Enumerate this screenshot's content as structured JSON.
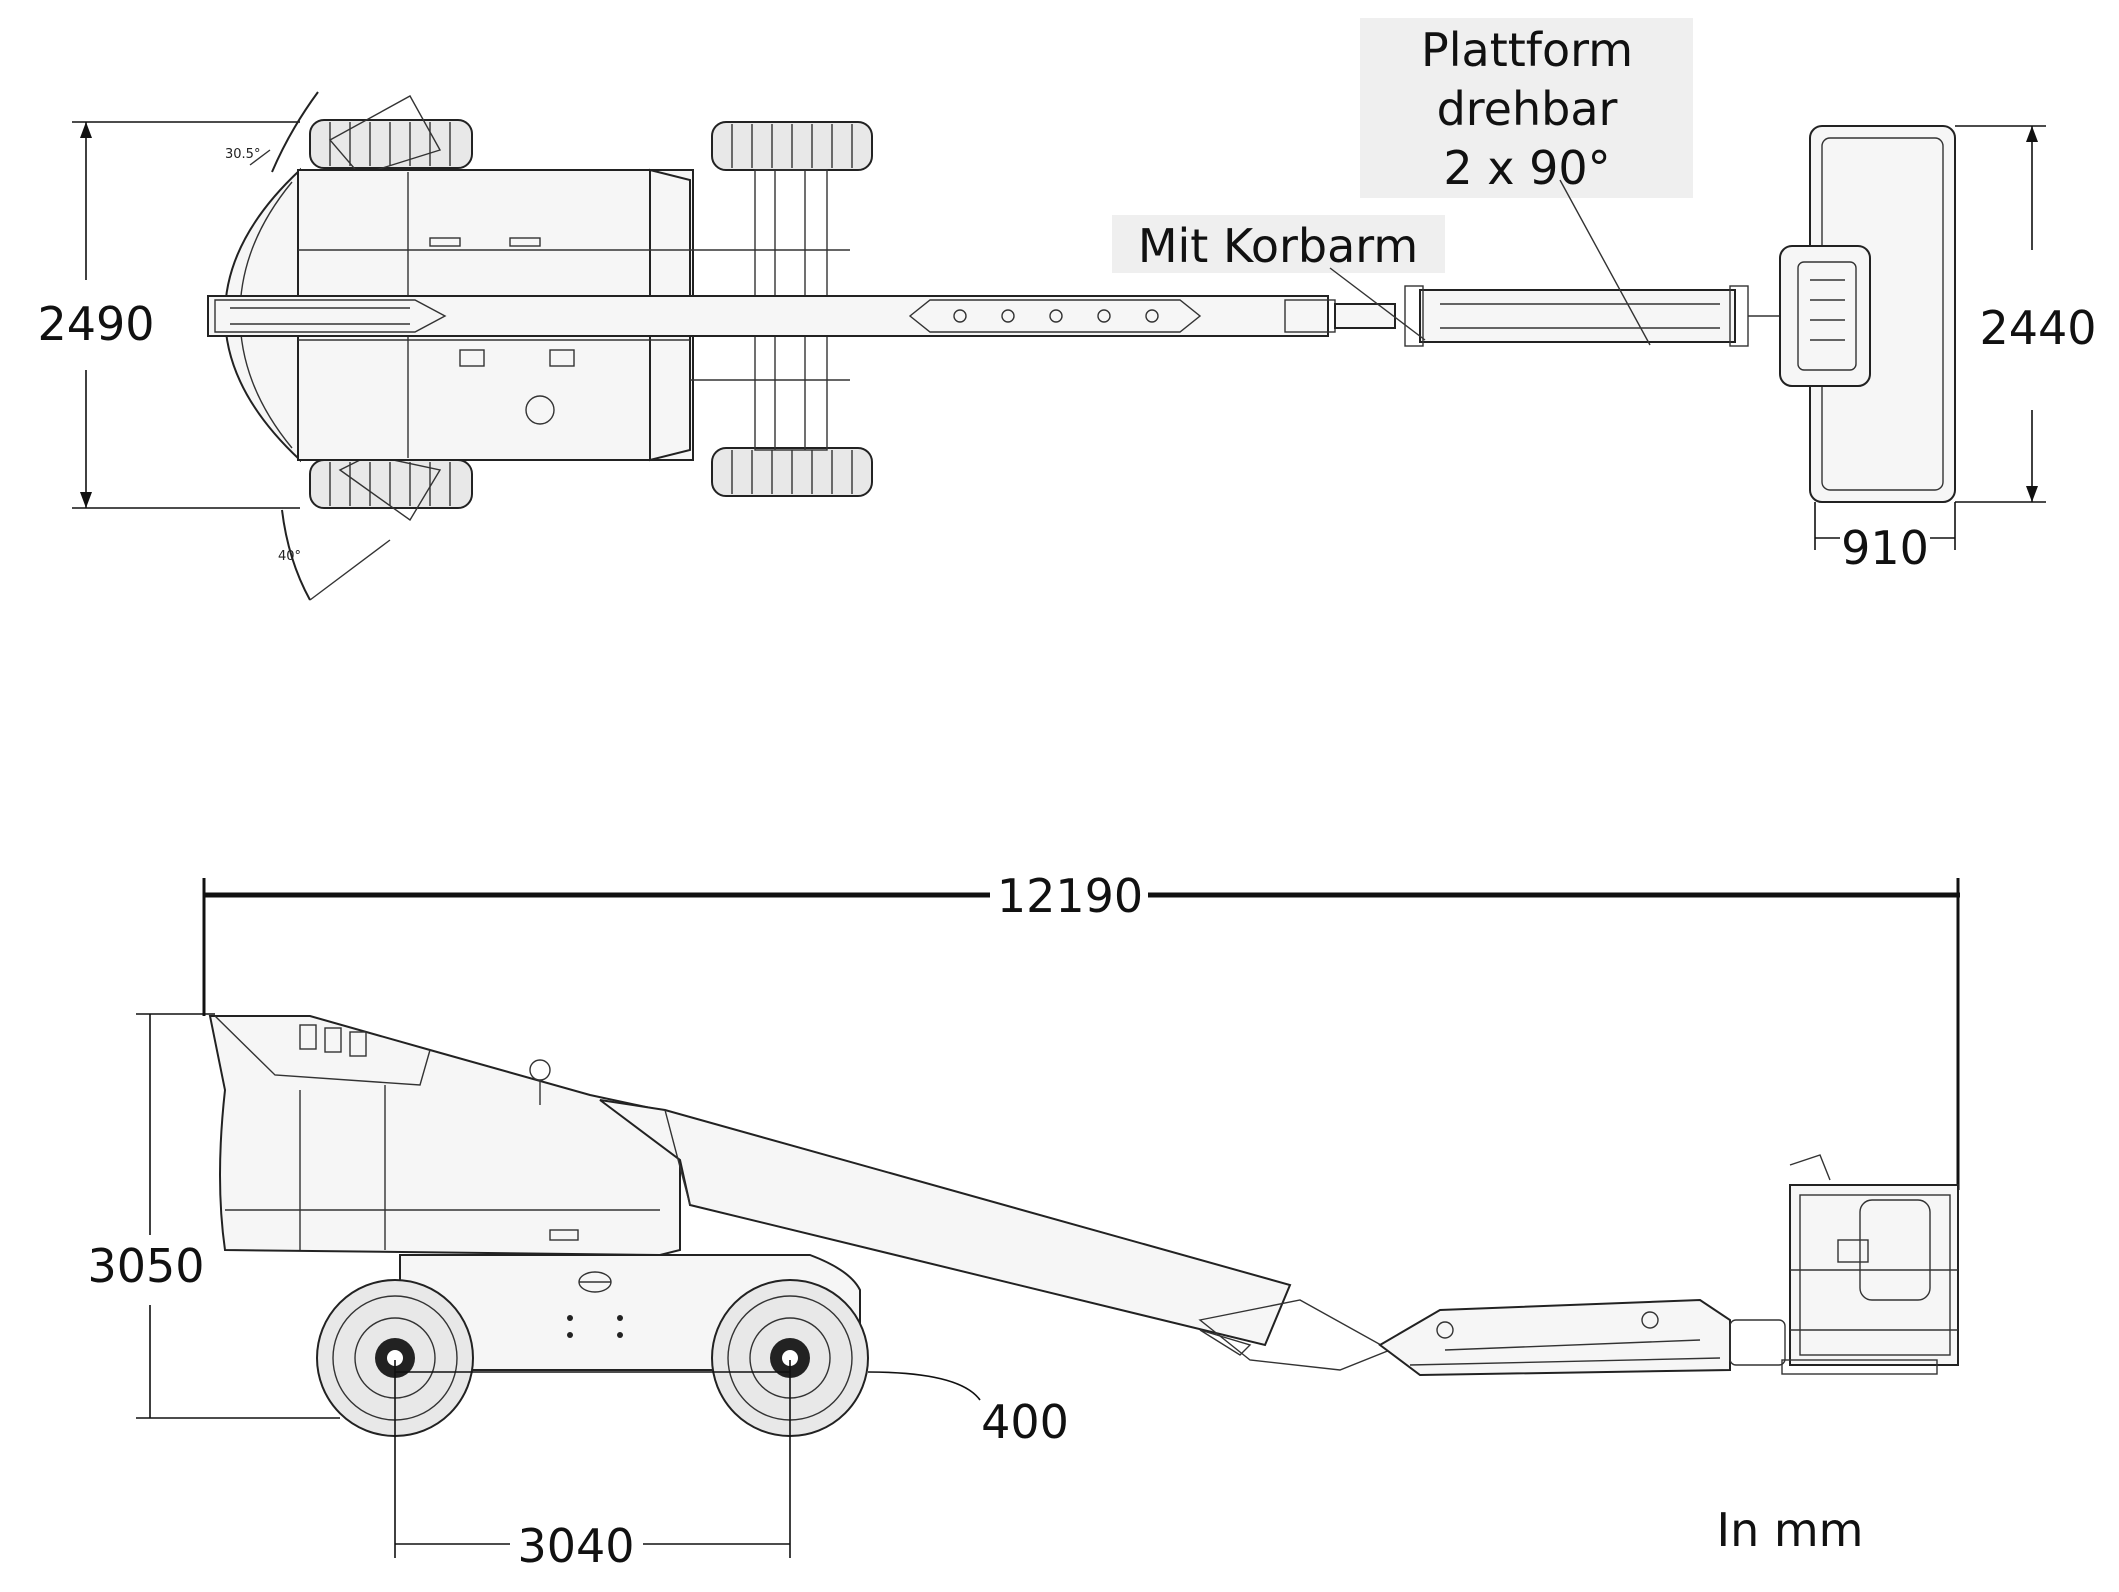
{
  "diagram": {
    "top_view": {
      "labels": {
        "width_left": "2490",
        "width_right": "2440",
        "platform_depth": "910",
        "angle_top": "30.5°",
        "angle_bottom": "40°"
      },
      "callouts": {
        "platform_rotation_line1": "Plattform",
        "platform_rotation_line2": "drehbar",
        "platform_rotation_line3": "2 x 90°",
        "jib": "Mit Korbarm"
      }
    },
    "side_view": {
      "labels": {
        "overall_length": "12190",
        "stowed_height": "3050",
        "wheelbase": "3040",
        "ground_clearance": "400"
      }
    },
    "units_note": "In mm",
    "colors": {
      "line": "#222222",
      "callout_background": "#efefef",
      "fill": "#f6f6f6"
    }
  }
}
